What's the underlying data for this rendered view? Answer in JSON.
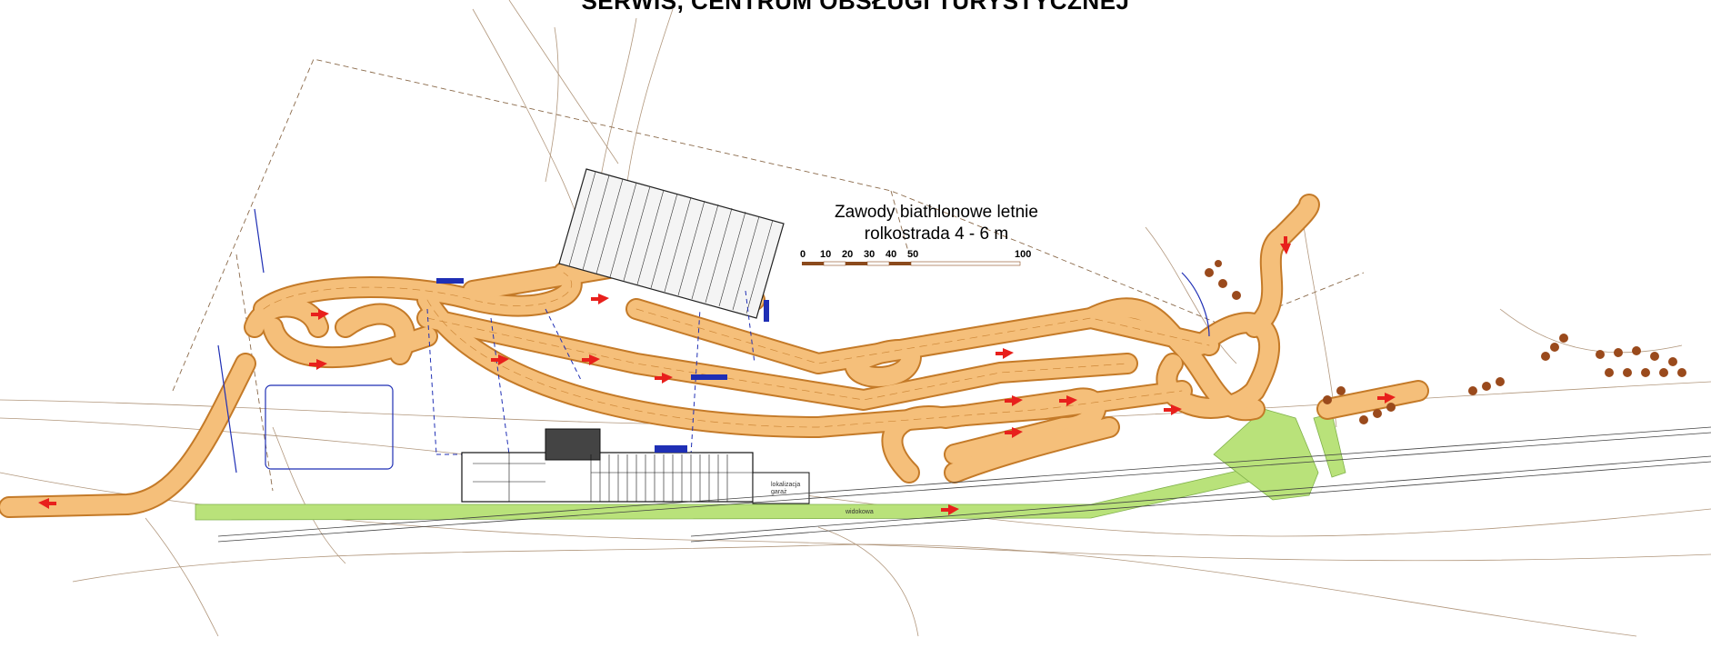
{
  "header": {
    "title": "SERWIS, CENTRUM OBSŁUGI TURYSTYCZNEJ"
  },
  "legend": {
    "title_line1": "Zawody biathlonowe letnie",
    "title_line2": "rolkostrada 4 - 6 m",
    "scale_labels": [
      "0",
      "10",
      "20",
      "30",
      "40",
      "50",
      "100"
    ]
  },
  "labels": {
    "building_note": "lokalizacja garaż",
    "strip_label": "widokowa"
  },
  "colors": {
    "track": "#f5bf7a",
    "track_edge": "#c47a28",
    "green_area": "#b9e27a",
    "arrow": "#e8201c",
    "building_blue": "#1f2fb5",
    "contour": "#9c7b5a",
    "tree": "#9a4a1c"
  }
}
